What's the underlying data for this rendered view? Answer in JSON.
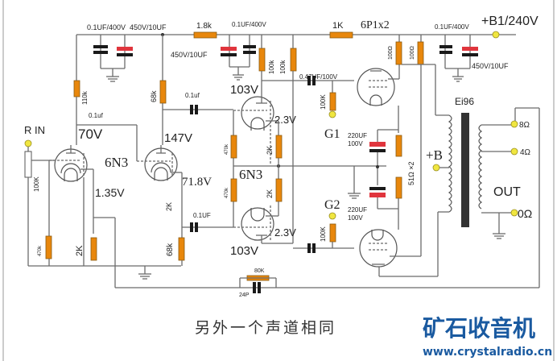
{
  "diagram": {
    "title": "6N3 + 6P1 push-pull tube amplifier schematic",
    "supply": {
      "label": "+B1/240V"
    },
    "tubes": {
      "driver": "6N3",
      "phase_splitter": "6N3",
      "output": "6P1x2"
    },
    "input": {
      "label": "R IN",
      "pot": "100K"
    },
    "voltages": {
      "v1_plate": "70V",
      "v1_cathode": "1.35V",
      "v2_plate": "147V",
      "v2_cathode": "71.8V",
      "ps_plate_top": "103V",
      "ps_plate_bottom": "103V",
      "ps_cathode_top": "2.3V",
      "ps_cathode_bottom": "2.3V"
    },
    "components": {
      "c_filter1": "0.1UF/400V",
      "c_elec1": "450V/10UF",
      "r_drop1": "1.8k",
      "c_filter2": "0.1UF/400V",
      "c_elec2": "450V/10UF",
      "r_drop2": "1K",
      "c_filter3": "0.1UF/400V",
      "c_elec3": "450V/10UF",
      "r_plate1": "110k",
      "r_plate2": "68k",
      "c_couple1": "0.1uf",
      "c_couple_label": "0.1uf",
      "r_grid1": "470k",
      "r_cath1": "2K",
      "r_cath2a": "2K",
      "r_cath2b": "68k",
      "c_couple2": "0.1UF",
      "r_ps_grid_top": "470k",
      "r_ps_grid_bottom": "470k",
      "r_ps_cath_top": "2K",
      "r_ps_cath_bottom": "2K",
      "r_ps_plate_a": "100k",
      "r_ps_plate_b": "100k",
      "c_couple3": "0.47UF/100V",
      "r_g1": "100K",
      "r_g2": "100K",
      "r_screen_a": "100Ω",
      "r_screen_b": "100Ω",
      "c_cath_top": "220UF\n100V",
      "c_cath_top_l1": "220UF",
      "c_cath_top_l2": "100V",
      "c_cath_bottom_l1": "220UF",
      "c_cath_bottom_l2": "100V",
      "r_cath_out": "51Ω ×2",
      "r_fb": "80K",
      "c_fb": "24P",
      "g1": "G1",
      "g2": "G2"
    },
    "transformer": {
      "model": "Ei96",
      "primary_tap": "+B",
      "taps": [
        "8Ω",
        "4Ω",
        "0Ω"
      ],
      "out_label": "OUT"
    },
    "footer": {
      "note": "另外一个声道相同",
      "brand": "矿石收音机",
      "url": "www.crystalradio.cn"
    }
  }
}
